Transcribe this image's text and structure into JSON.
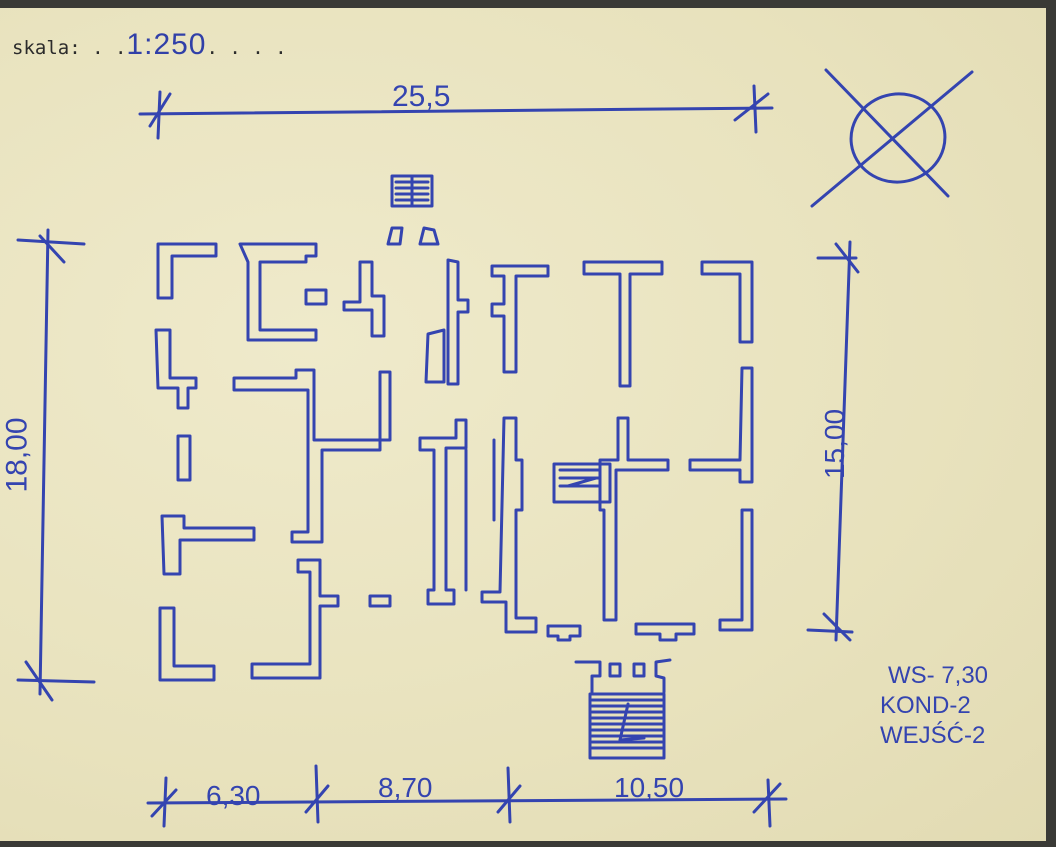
{
  "scale": {
    "label": "skala:",
    "value": "1:250"
  },
  "dimensions": {
    "total_width": "25,5",
    "total_depth_left": "18,00",
    "total_depth_right": "15,00",
    "segments": [
      "6,30",
      "8,70",
      "10,50"
    ]
  },
  "notes": [
    "WS- 7,30",
    "KOND-2",
    "WEJŚĆ-2"
  ],
  "colors": {
    "paper": "#ebe6c3",
    "ink": "#3444b0",
    "type": "#2b2b2b"
  },
  "icons": [
    "north-arrow-icon"
  ]
}
